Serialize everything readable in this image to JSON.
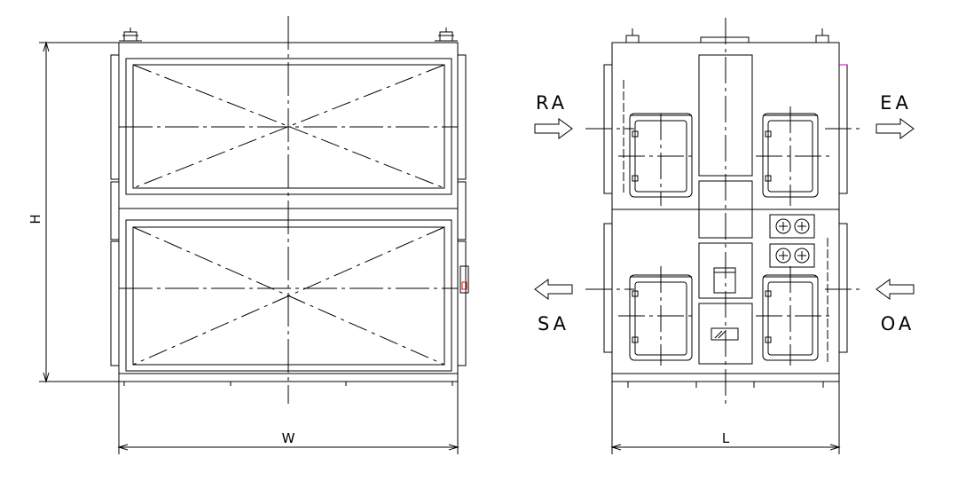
{
  "labels": {
    "height": "H",
    "width": "W",
    "length": "L",
    "return_air": "RA",
    "exhaust_air": "EA",
    "supply_air": "SA",
    "outdoor_air": "OA"
  },
  "colors": {
    "line": "#000000",
    "accent_red": "#d01010",
    "accent_magenta": "#c000c0"
  }
}
